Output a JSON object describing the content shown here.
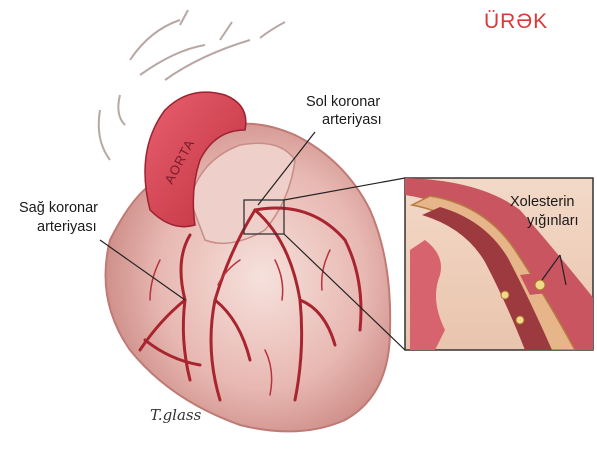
{
  "title": "ÜRƏK",
  "labels": {
    "aorta": "AORTA",
    "left_coronary_line1": "Sol koronar",
    "left_coronary_line2": "arteriyası",
    "right_coronary_line1": "Sağ koronar",
    "right_coronary_line2": "arteriyası",
    "cholesterol_line1": "Xolesterin",
    "cholesterol_line2": "yığınları"
  },
  "signature": "T.glass",
  "colors": {
    "title": "#d83a3a",
    "heart_light": "#f1cfcb",
    "heart_dark": "#d89a95",
    "aorta": "#d94c5c",
    "vessel": "#a8242f"
  }
}
